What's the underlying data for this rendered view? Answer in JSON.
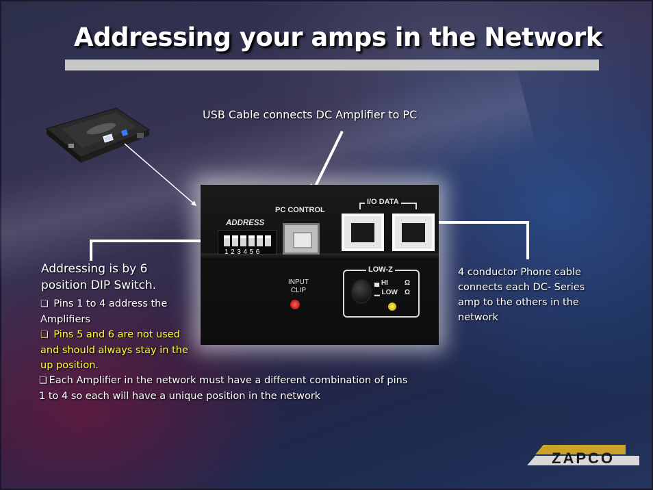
{
  "slide": {
    "title": "Addressing your amps in the Network",
    "usb_label": "USB Cable connects DC Amplifier to PC",
    "phone_label": "4 conductor Phone cable connects each DC- Series amp to the others in the network",
    "addressing_main": "Addressing is by 6 position DIP Switch.",
    "bullet_pins_1_4": "Pins 1 to 4 address  the Amplifiers",
    "bullet_pins_5_6": "Pins 5 and 6 are not used and should always stay in the up position.",
    "bullet_network": "Each Amplifier in the network must have a different combination of pins 1 to 4 so each will have a unique  position in the network",
    "bullet_glyph": "❑",
    "highlight_color": "#ffff33"
  },
  "photo": {
    "address_label": "ADDRESS",
    "pc_control_label": "PC CONTROL",
    "io_data_label": "I/O DATA",
    "dip_numbers": "1 2 3 4 5 6",
    "input_clip_label": "INPUT CLIP",
    "lowz_label": "LOW-Z",
    "hi_label": "HI",
    "low_label": "LOW",
    "ohm_symbol": "Ω"
  },
  "logo": {
    "text": "ZAPCO"
  }
}
